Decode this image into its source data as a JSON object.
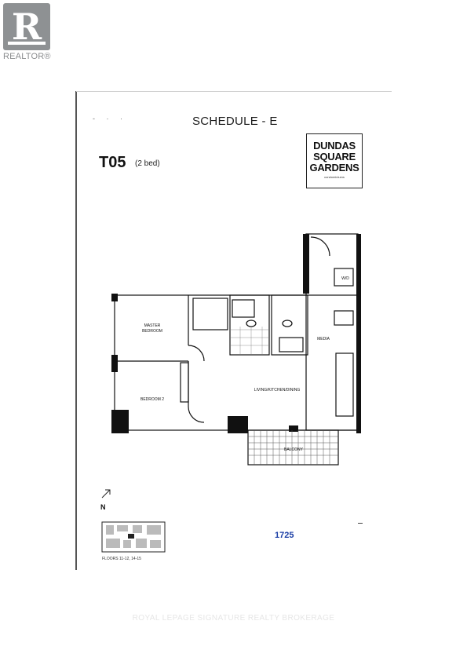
{
  "brand": {
    "realtor_text": "REALTOR®"
  },
  "document": {
    "title": "SCHEDULE - E",
    "unit_code": "T05",
    "unit_type": "(2 bed)",
    "building_logo_lines": [
      "DUNDAS",
      "SQUARE",
      "GARDENS"
    ],
    "building_logo_sub": "condominiums",
    "unit_number": "1725",
    "floors_note": "FLOORS 11-12, 14-15",
    "north_label": "N"
  },
  "rooms": {
    "master_bedroom_line1": "MASTER",
    "master_bedroom_line2": "BEDROOM",
    "bedroom2": "BEDROOM 2",
    "living": "LIVING/KITCHEN/DINING",
    "media": "MEDIA",
    "balcony": "BALCONY",
    "wd": "W/D"
  },
  "watermark": "ROYAL LEPAGE SIGNATURE REALTY BROKERAGE"
}
